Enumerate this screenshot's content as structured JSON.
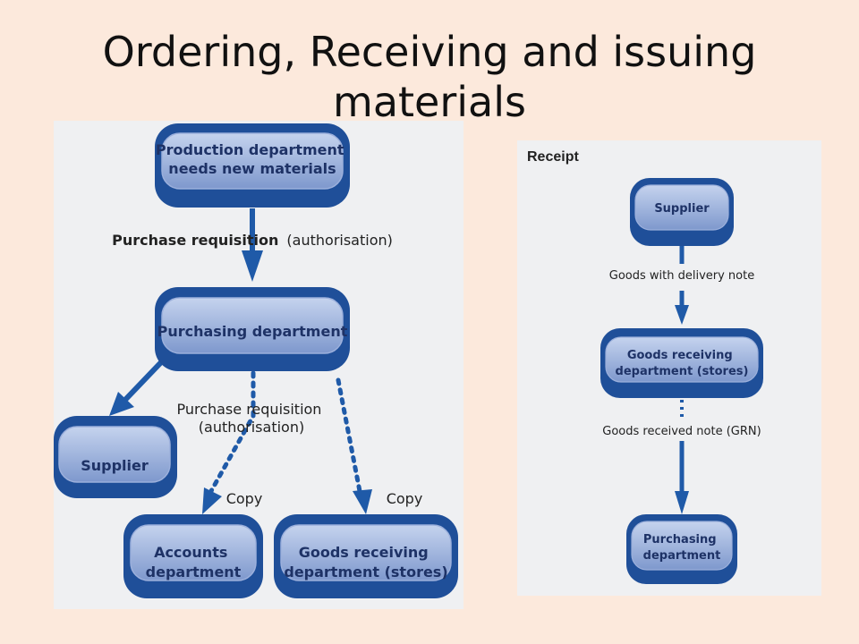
{
  "title": "Ordering, Receiving and issuing materials",
  "ordering": {
    "nodes": {
      "production": [
        "Production department",
        "needs new materials"
      ],
      "purchasing": [
        "Purchasing department"
      ],
      "supplier": [
        "Supplier"
      ],
      "accounts": [
        "Accounts",
        "department"
      ],
      "goods_receiving": [
        "Goods receiving",
        "department (stores)"
      ]
    },
    "edges": {
      "req1_bold": "Purchase requisition",
      "req1_rest": "(authorisation)",
      "req2_line1": "Purchase requisition",
      "req2_line2": "(authorisation)",
      "copy_left": "Copy",
      "copy_right": "Copy"
    }
  },
  "receipt": {
    "heading": "Receipt",
    "nodes": {
      "supplier": [
        "Supplier"
      ],
      "goods_receiving": [
        "Goods receiving",
        "department (stores)"
      ],
      "purchasing": [
        "Purchasing",
        "department"
      ]
    },
    "edges": {
      "delivery_note": "Goods with delivery note",
      "grn": "Goods received note (GRN)"
    }
  },
  "colors": {
    "node_outer": "#1f4f99",
    "node_inner_top": "#c5d3ee",
    "node_inner_bottom": "#7e98cd",
    "arrow": "#1f5aa8",
    "panel_bg": "#eff0f2",
    "slide_bg": "#fce9dc"
  }
}
